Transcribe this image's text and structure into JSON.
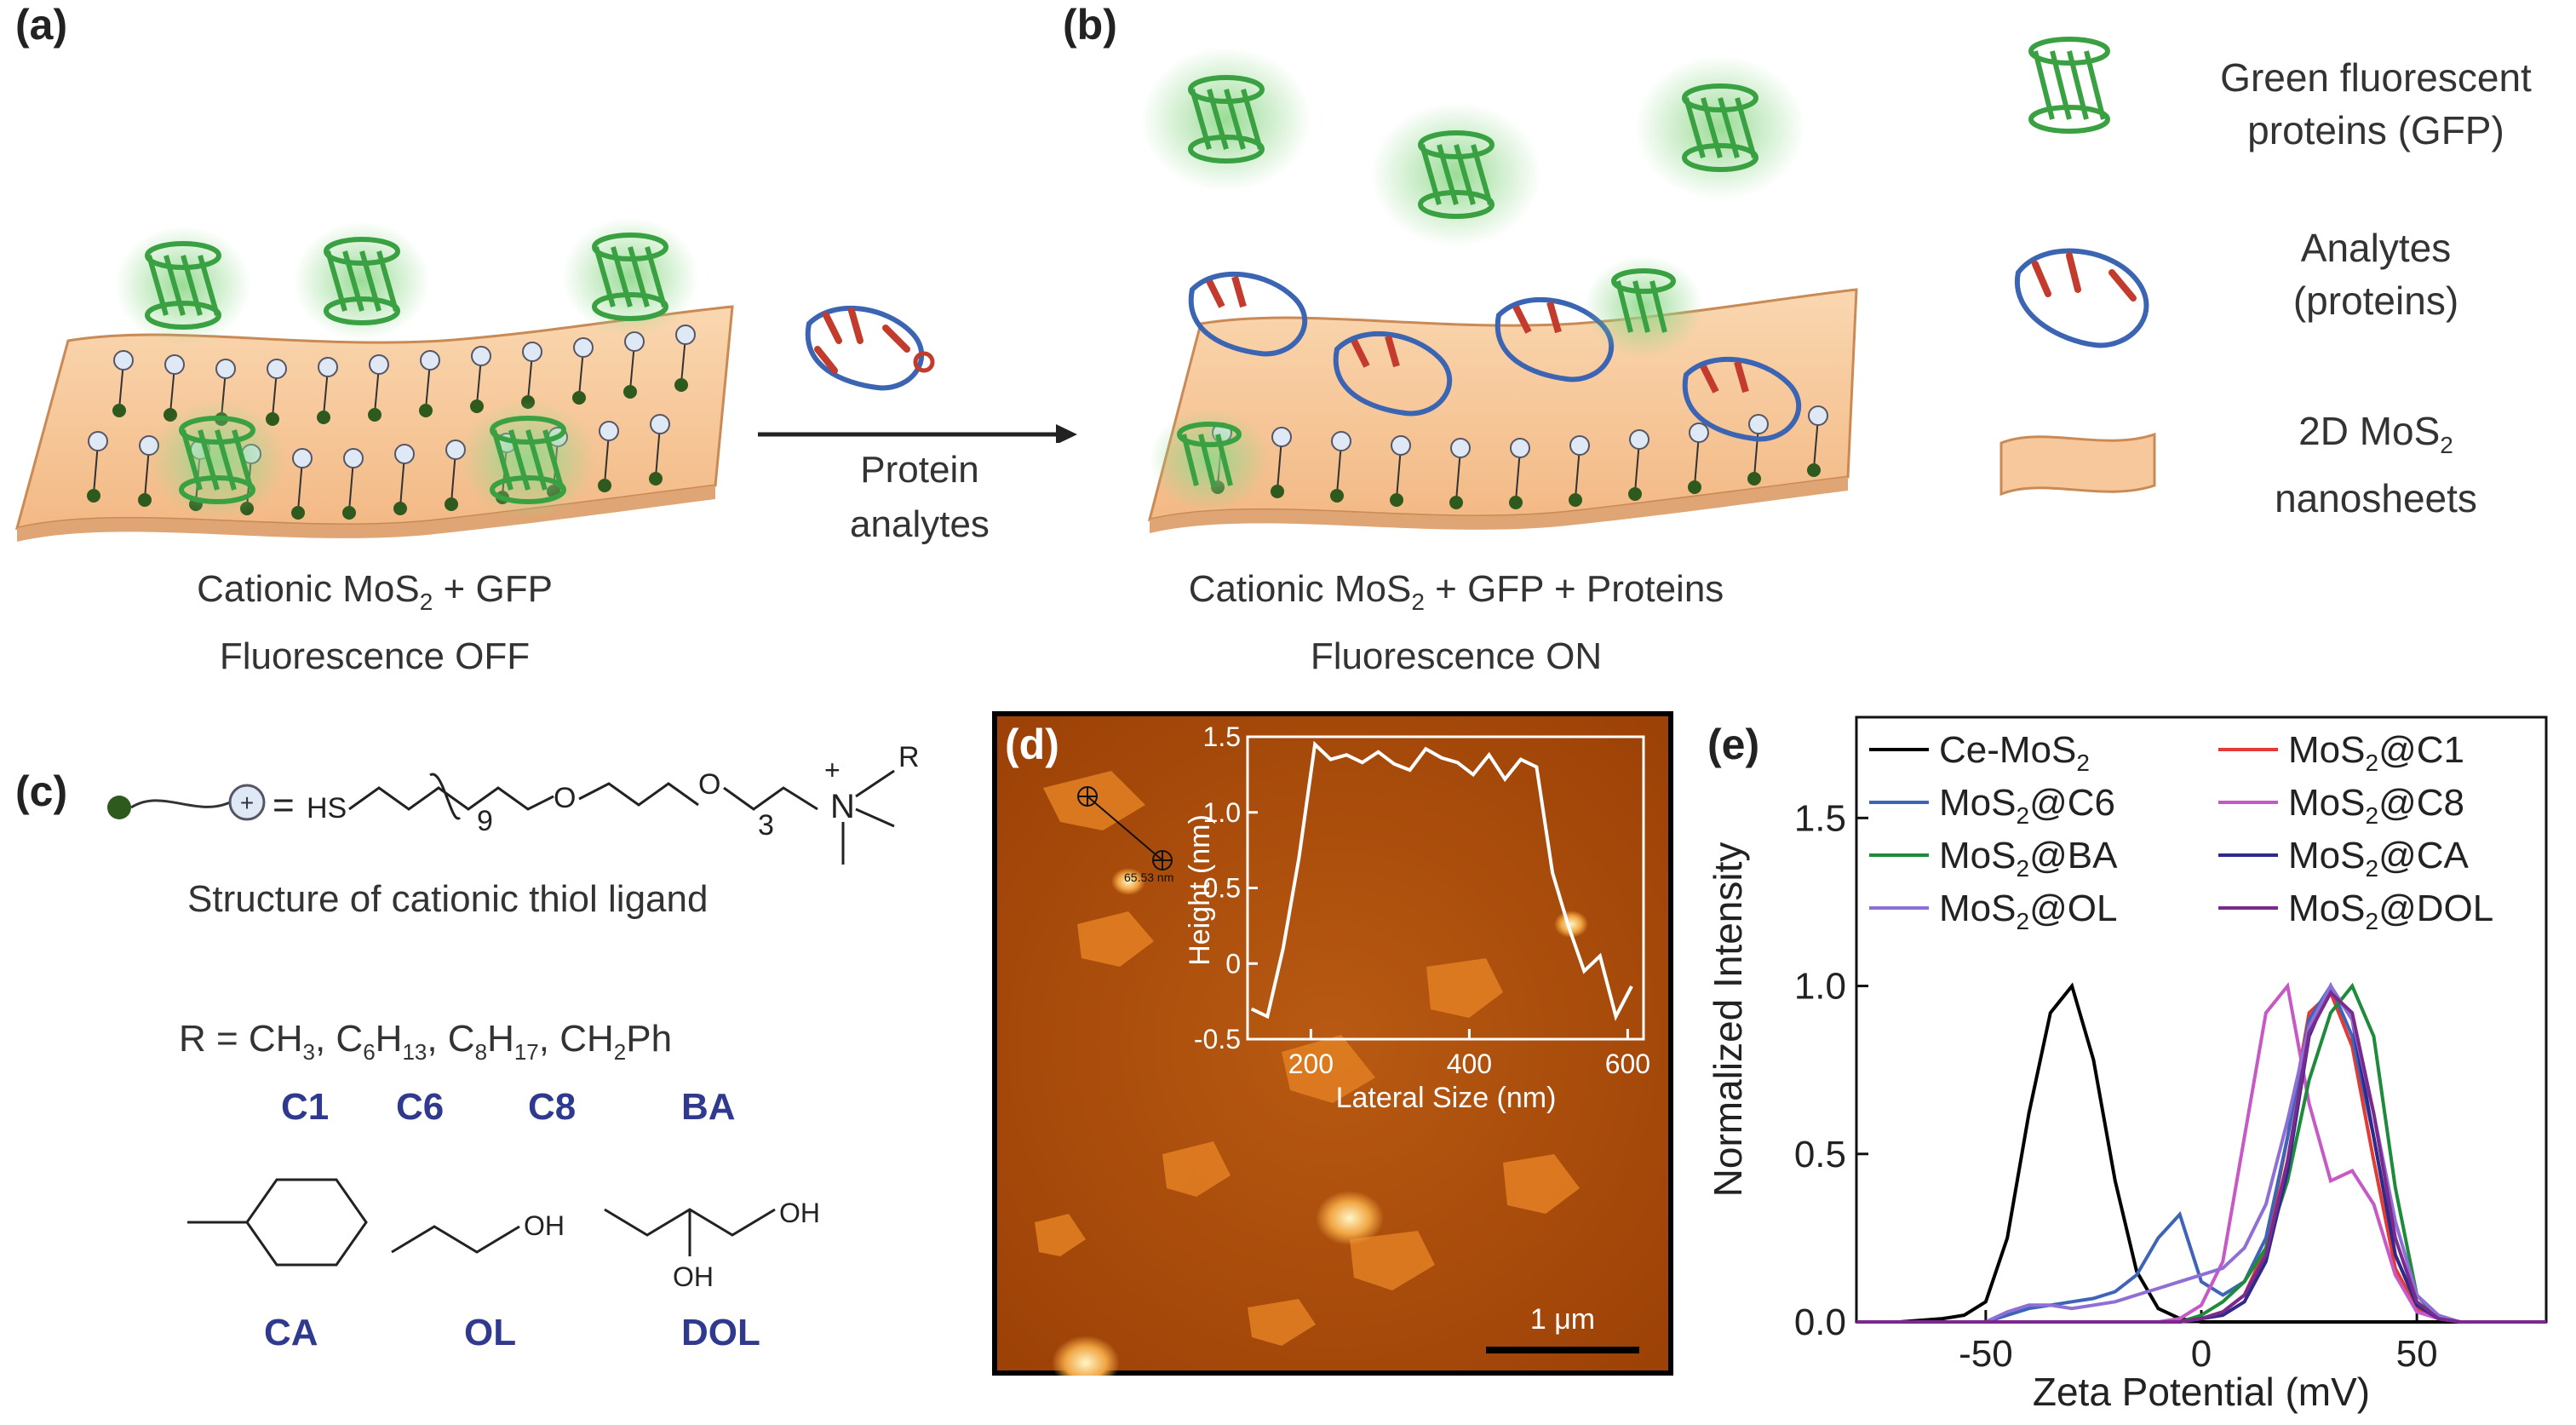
{
  "panels": {
    "a": {
      "label": "(a)",
      "caption_line1_prefix": "Cationic MoS",
      "caption_line1_sub": "2",
      "caption_line1_suffix": " + GFP",
      "caption_line2": "Fluorescence OFF"
    },
    "arrow": {
      "line1": "Protein",
      "line2": "analytes"
    },
    "b": {
      "label": "(b)",
      "caption_line1_prefix": "Cationic MoS",
      "caption_line1_sub": "2",
      "caption_line1_suffix": " + GFP + Proteins",
      "caption_line2": "Fluorescence ON"
    },
    "legend": {
      "gfp_line1": "Green fluorescent",
      "gfp_line2": "proteins (GFP)",
      "analyte_line1": "Analytes",
      "analyte_line2": "(proteins)",
      "mos2_line1_prefix": "2D MoS",
      "mos2_line1_sub": "2",
      "mos2_line2": "nanosheets"
    },
    "c": {
      "label": "(c)",
      "eq": "=",
      "hs": "HS",
      "sub9": "9",
      "o": "O",
      "sub3": "3",
      "n": "N",
      "plus": "+",
      "r": "R",
      "title": "Structure of cationic thiol ligand",
      "r_eq": "R = CH",
      "r_sub1": "3",
      "r_c6": ", C",
      "r_c6_sub": "6",
      "r_h13": "H",
      "r_h13_sub": "13",
      "r_c8": ", C",
      "r_c8_sub": "8",
      "r_h17": "H",
      "r_h17_sub": "17",
      "r_ch2": ", CH",
      "r_ch2_sub": "2",
      "r_ph": "Ph",
      "codes": [
        "C1",
        "C6",
        "C8",
        "BA"
      ],
      "oh": "OH",
      "codes2": [
        "CA",
        "OL",
        "DOL"
      ]
    },
    "d": {
      "label": "(d)",
      "marker_text": "65.53 nm",
      "scalebar": "1 μm",
      "inset_xlabel": "Lateral Size (nm)",
      "inset_ylabel": "Height (nm)"
    },
    "e": {
      "label": "(e)"
    }
  },
  "colors": {
    "mos2_sheet": "#f7c89b",
    "gfp_green": "#3aa142",
    "glow": "#8fd88a",
    "analyte_blue": "#3b64b3",
    "analyte_red": "#c23b2c",
    "ligand_code": "#2f3a8f",
    "afm_bg": "#b04e0a",
    "afm_flake": "#e88a2a"
  },
  "chart_data": [
    {
      "type": "line",
      "panel": "(d) inset",
      "xlabel": "Lateral Size (nm)",
      "ylabel": "Height (nm)",
      "xlim": [
        120,
        620
      ],
      "ylim": [
        -0.5,
        1.5
      ],
      "xticks": [
        200,
        400,
        600
      ],
      "yticks": [
        -0.5,
        0,
        0.5,
        1.0,
        1.5
      ],
      "x": [
        125,
        145,
        165,
        185,
        205,
        225,
        245,
        265,
        285,
        305,
        325,
        345,
        365,
        385,
        405,
        425,
        445,
        465,
        485,
        505,
        525,
        545,
        565,
        585,
        605
      ],
      "y": [
        -0.3,
        -0.35,
        0.1,
        0.7,
        1.45,
        1.35,
        1.38,
        1.33,
        1.4,
        1.32,
        1.28,
        1.42,
        1.36,
        1.33,
        1.25,
        1.38,
        1.22,
        1.35,
        1.3,
        0.6,
        0.25,
        -0.05,
        0.05,
        -0.35,
        -0.15
      ]
    },
    {
      "type": "line",
      "panel": "(e)",
      "xlabel": "Zeta Potential (mV)",
      "ylabel": "Normalized Intensity",
      "xlim": [
        -80,
        80
      ],
      "ylim": [
        0,
        1.8
      ],
      "xticks": [
        -50,
        0,
        50
      ],
      "yticks": [
        0.0,
        0.5,
        1.0,
        1.5
      ],
      "x": [
        -80,
        -70,
        -60,
        -55,
        -50,
        -45,
        -40,
        -35,
        -30,
        -25,
        -20,
        -15,
        -10,
        -5,
        0,
        5,
        10,
        15,
        20,
        25,
        30,
        35,
        40,
        45,
        50,
        55,
        60,
        70,
        80
      ],
      "series": [
        {
          "name": "Ce-MoS",
          "sub": "2",
          "color": "#000000",
          "values": [
            0,
            0,
            0.01,
            0.02,
            0.06,
            0.25,
            0.62,
            0.92,
            1.0,
            0.78,
            0.42,
            0.15,
            0.04,
            0.01,
            0,
            0,
            0,
            0,
            0,
            0,
            0,
            0,
            0,
            0,
            0,
            0,
            0,
            0,
            0
          ]
        },
        {
          "name": "MoS",
          "sub": "2",
          "suffix": "@C1",
          "color": "#e53935",
          "values": [
            0,
            0,
            0,
            0,
            0,
            0,
            0,
            0,
            0,
            0,
            0,
            0,
            0,
            0,
            0.01,
            0.03,
            0.08,
            0.22,
            0.55,
            0.92,
            0.98,
            0.82,
            0.48,
            0.16,
            0.04,
            0.01,
            0,
            0,
            0
          ]
        },
        {
          "name": "MoS",
          "sub": "2",
          "suffix": "@C6",
          "color": "#3e64b8",
          "values": [
            0,
            0,
            0,
            0,
            0,
            0.02,
            0.04,
            0.05,
            0.06,
            0.07,
            0.09,
            0.14,
            0.25,
            0.32,
            0.12,
            0.08,
            0.12,
            0.25,
            0.55,
            0.9,
            1.0,
            0.85,
            0.55,
            0.2,
            0.05,
            0.01,
            0,
            0,
            0
          ]
        },
        {
          "name": "MoS",
          "sub": "2",
          "suffix": "@C8",
          "color": "#c659c6",
          "values": [
            0,
            0,
            0,
            0,
            0,
            0,
            0,
            0,
            0,
            0,
            0,
            0,
            0,
            0.01,
            0.05,
            0.18,
            0.55,
            0.92,
            1.0,
            0.65,
            0.42,
            0.45,
            0.35,
            0.14,
            0.03,
            0.01,
            0,
            0,
            0
          ]
        },
        {
          "name": "MoS",
          "sub": "2",
          "suffix": "@BA",
          "color": "#1e8a3c",
          "values": [
            0,
            0,
            0,
            0,
            0,
            0,
            0,
            0,
            0,
            0,
            0,
            0,
            0,
            0,
            0.02,
            0.06,
            0.12,
            0.22,
            0.42,
            0.72,
            0.92,
            1.0,
            0.85,
            0.4,
            0.08,
            0.01,
            0,
            0,
            0
          ]
        },
        {
          "name": "MoS",
          "sub": "2",
          "suffix": "@CA",
          "color": "#2e2a8a",
          "values": [
            0,
            0,
            0,
            0,
            0,
            0,
            0,
            0,
            0,
            0,
            0,
            0,
            0,
            0,
            0.01,
            0.02,
            0.06,
            0.18,
            0.45,
            0.85,
            1.0,
            0.9,
            0.55,
            0.2,
            0.05,
            0.01,
            0,
            0,
            0
          ]
        },
        {
          "name": "MoS",
          "sub": "2",
          "suffix": "@OL",
          "color": "#8e6fd6",
          "values": [
            0,
            0,
            0,
            0,
            0,
            0.03,
            0.05,
            0.05,
            0.04,
            0.05,
            0.06,
            0.08,
            0.1,
            0.12,
            0.14,
            0.16,
            0.22,
            0.35,
            0.6,
            0.88,
            1.0,
            0.9,
            0.62,
            0.3,
            0.08,
            0.02,
            0,
            0,
            0
          ]
        },
        {
          "name": "MoS",
          "sub": "2",
          "suffix": "@DOL",
          "color": "#7a2a8c",
          "values": [
            0,
            0,
            0,
            0,
            0,
            0,
            0,
            0,
            0,
            0,
            0,
            0,
            0,
            0,
            0.01,
            0.03,
            0.08,
            0.2,
            0.48,
            0.86,
            0.98,
            0.92,
            0.62,
            0.25,
            0.06,
            0.01,
            0,
            0,
            0
          ]
        }
      ]
    }
  ]
}
